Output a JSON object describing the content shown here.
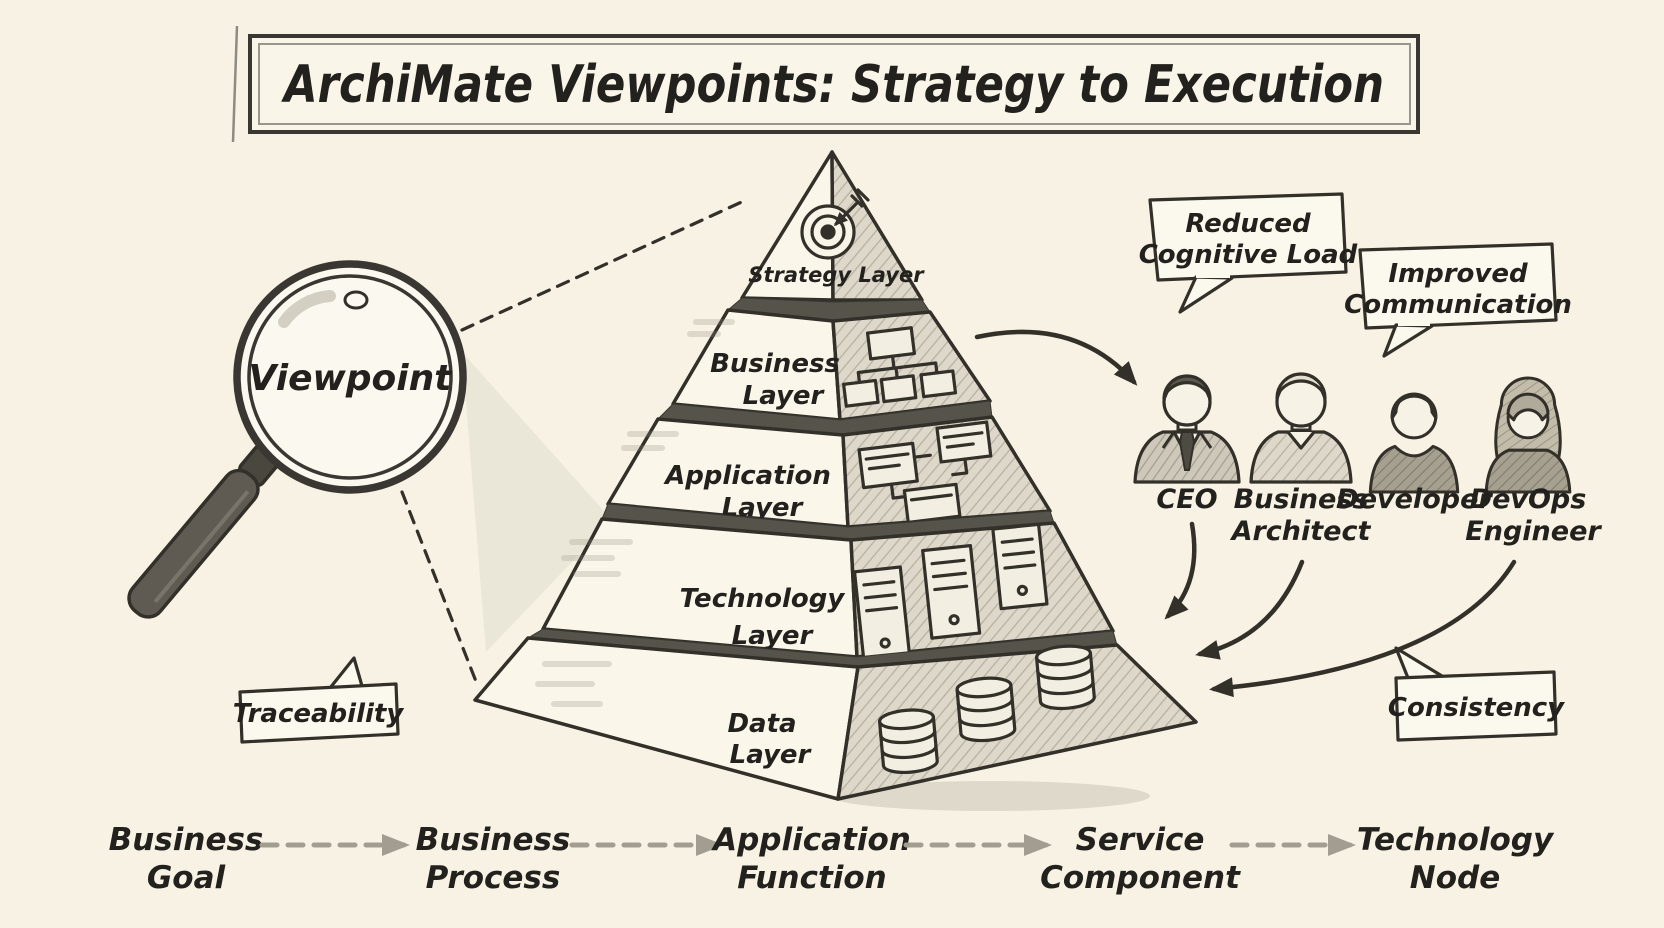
{
  "title": "ArchiMate Viewpoints: Strategy to Execution",
  "magnifier": {
    "label": "Viewpoint"
  },
  "pyramid": {
    "layers": [
      {
        "line1": "Strategy Layer",
        "line2": ""
      },
      {
        "line1": "Business",
        "line2": "Layer"
      },
      {
        "line1": "Application",
        "line2": "Layer"
      },
      {
        "line1": "Technology",
        "line2": "Layer"
      },
      {
        "line1": "Data",
        "line2": "Layer"
      }
    ]
  },
  "stakeholders": [
    {
      "line1": "CEO",
      "line2": ""
    },
    {
      "line1": "Business",
      "line2": "Architect"
    },
    {
      "line1": "Developer",
      "line2": ""
    },
    {
      "line1": "DevOps",
      "line2": "Engineer"
    }
  ],
  "benefits": [
    {
      "line1": "Reduced",
      "line2": "Cognitive Load"
    },
    {
      "line1": "Improved",
      "line2": "Communication"
    },
    {
      "line1": "Traceability",
      "line2": ""
    },
    {
      "line1": "Consistency",
      "line2": ""
    }
  ],
  "flow": [
    {
      "line1": "Business",
      "line2": "Goal"
    },
    {
      "line1": "Business",
      "line2": "Process"
    },
    {
      "line1": "Application",
      "line2": "Function"
    },
    {
      "line1": "Service",
      "line2": "Component"
    },
    {
      "line1": "Technology",
      "line2": "Node"
    }
  ],
  "colors": {
    "paper": "#f7f2e3",
    "ink": "#33302a",
    "layer_shade": "#56534b",
    "hatch_line": "#b7b1a1",
    "flow_arrow_gray": "#a29d90"
  },
  "icons": {
    "magnifier-icon": "magnifying glass over Viewpoint",
    "target-icon": "bullseye with dart (strategy)",
    "org-chart-icon": "organization chart (business)",
    "app-windows-icon": "linked application windows",
    "server-icon": "server towers (technology)",
    "database-icon": "database cylinders (data)",
    "person-icon": "stakeholder bust"
  }
}
